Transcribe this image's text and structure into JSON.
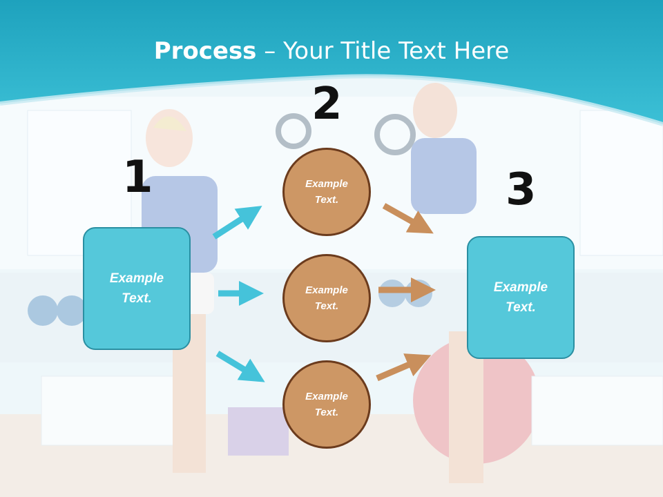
{
  "title": {
    "bold": "Process",
    "rest": " – Your Title Text Here"
  },
  "steps": {
    "n1": "1",
    "n2": "2",
    "n3": "3"
  },
  "left_box": {
    "text": "Example Text."
  },
  "circles": [
    {
      "text": "Example Text."
    },
    {
      "text": "Example Text."
    },
    {
      "text": "Example Text."
    }
  ],
  "right_box": {
    "text": "Example Text."
  },
  "colors": {
    "header": "#2db5cc",
    "box_fill": "#55c8da",
    "circle_fill": "#cd9765",
    "left_arrow": "#45c3da",
    "right_arrow": "#c98f5c"
  }
}
